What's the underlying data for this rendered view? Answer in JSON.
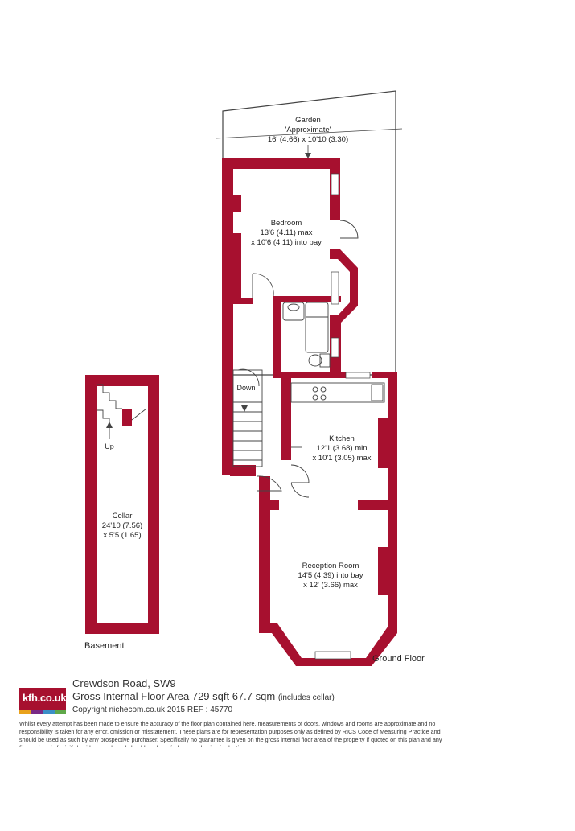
{
  "colors": {
    "wall": "#a7102f",
    "line": "#444444",
    "brand": "#a7102f"
  },
  "rooms": {
    "garden": {
      "name": "Garden",
      "note": "'Approximate'",
      "dims": "16' (4.66) x 10'10 (3.30)"
    },
    "bedroom": {
      "name": "Bedroom",
      "dim1": "13'6 (4.11) max",
      "dim2": "x 10'6 (4.11) into bay"
    },
    "kitchen": {
      "name": "Kitchen",
      "dim1": "12'1 (3.68) min",
      "dim2": "x 10'1 (3.05) max"
    },
    "reception": {
      "name": "Reception Room",
      "dim1": "14'5 (4.39) into bay",
      "dim2": "x 12' (3.66) max"
    },
    "cellar": {
      "name": "Cellar",
      "dim1": "24'10 (7.56)",
      "dim2": "x 5'5 (1.65)"
    }
  },
  "stairs": {
    "down": "Down",
    "up": "Up"
  },
  "floors": {
    "basement": "Basement",
    "ground": "Ground Floor"
  },
  "footer": {
    "address": "Crewdson Road, SW9",
    "area_main": "Gross Internal Floor Area 729 sqft 67.7 sqm",
    "area_note": "(includes cellar)",
    "copyright": "Copyright nichecom.co.uk 2015 REF : 45770",
    "disclaimer": "Whilst every attempt has been made to ensure the accuracy of the floor plan contained here, measurements of doors, windows and rooms are approximate and no responsibility is taken for any error, omission or misstatement. These plans are for representation purposes only as defined by RICS Code of Measuring Practice and should be used as such by any prospective purchaser. Specifically no guarantee is given on the gross internal floor area of the property if quoted on this plan and any figure given is for initial guidance only and should not be relied on as a basis of valuation."
  },
  "logo": {
    "text": "kfh.co.uk",
    "bar_colors": [
      "#e9a21c",
      "#7a2a86",
      "#3b8fc7",
      "#5fa84a"
    ]
  }
}
